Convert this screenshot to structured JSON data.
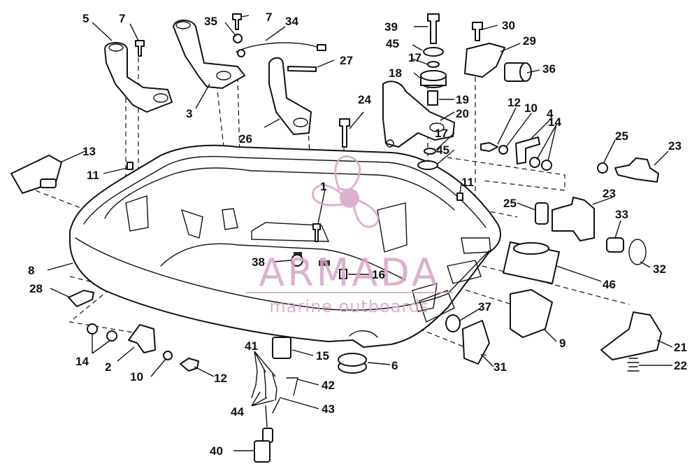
{
  "watermark": {
    "brand": "ARMADA",
    "tagline": "marine outboards",
    "color": "#d9a3c8"
  },
  "ink_color": "#111111",
  "callouts": [
    {
      "n": "1"
    },
    {
      "n": "2"
    },
    {
      "n": "3"
    },
    {
      "n": "4"
    },
    {
      "n": "5"
    },
    {
      "n": "6"
    },
    {
      "n": "7"
    },
    {
      "n": "7"
    },
    {
      "n": "8"
    },
    {
      "n": "9"
    },
    {
      "n": "10"
    },
    {
      "n": "10"
    },
    {
      "n": "11"
    },
    {
      "n": "11"
    },
    {
      "n": "12"
    },
    {
      "n": "12"
    },
    {
      "n": "13"
    },
    {
      "n": "14"
    },
    {
      "n": "14"
    },
    {
      "n": "15"
    },
    {
      "n": "16"
    },
    {
      "n": "17"
    },
    {
      "n": "17"
    },
    {
      "n": "18"
    },
    {
      "n": "19"
    },
    {
      "n": "20"
    },
    {
      "n": "21"
    },
    {
      "n": "22"
    },
    {
      "n": "23"
    },
    {
      "n": "23"
    },
    {
      "n": "24"
    },
    {
      "n": "25"
    },
    {
      "n": "25"
    },
    {
      "n": "26"
    },
    {
      "n": "27"
    },
    {
      "n": "28"
    },
    {
      "n": "29"
    },
    {
      "n": "30"
    },
    {
      "n": "31"
    },
    {
      "n": "32"
    },
    {
      "n": "33"
    },
    {
      "n": "34"
    },
    {
      "n": "35"
    },
    {
      "n": "36"
    },
    {
      "n": "37"
    },
    {
      "n": "38"
    },
    {
      "n": "39"
    },
    {
      "n": "40"
    },
    {
      "n": "41"
    },
    {
      "n": "42"
    },
    {
      "n": "43"
    },
    {
      "n": "44"
    },
    {
      "n": "45"
    },
    {
      "n": "45"
    },
    {
      "n": "46"
    }
  ]
}
